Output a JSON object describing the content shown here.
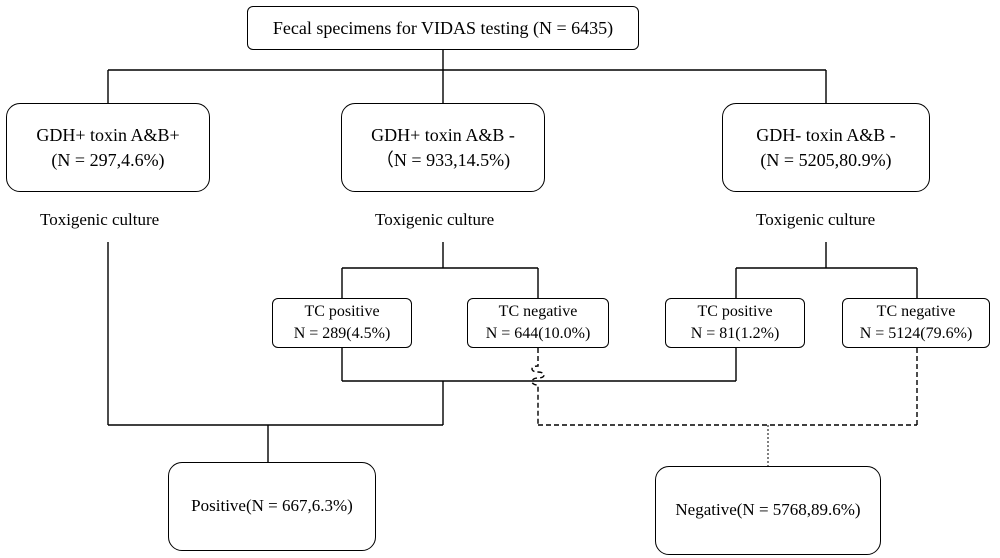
{
  "root": {
    "label": "Fecal specimens for VIDAS testing (N = 6435)"
  },
  "groups": [
    {
      "line1": "GDH+ toxin A&B+",
      "line2": "(N = 297,4.6%)",
      "culture": "Toxigenic culture"
    },
    {
      "line1": "GDH+ toxin A&B -",
      "line2": "（N = 933,14.5%)",
      "culture": "Toxigenic culture"
    },
    {
      "line1": "GDH- toxin A&B  -",
      "line2": "(N = 5205,80.9%)",
      "culture": "Toxigenic culture"
    }
  ],
  "tc_results": [
    {
      "line1": "TC positive",
      "line2": "N = 289(4.5%)"
    },
    {
      "line1": "TC negative",
      "line2": "N = 644(10.0%)"
    },
    {
      "line1": "TC positive",
      "line2": "N = 81(1.2%)"
    },
    {
      "line1": "TC negative",
      "line2": "N = 5124(79.6%)"
    }
  ],
  "outcomes": {
    "positive": "Positive(N = 667,6.3%)",
    "negative": "Negative(N = 5768,89.6%)"
  }
}
